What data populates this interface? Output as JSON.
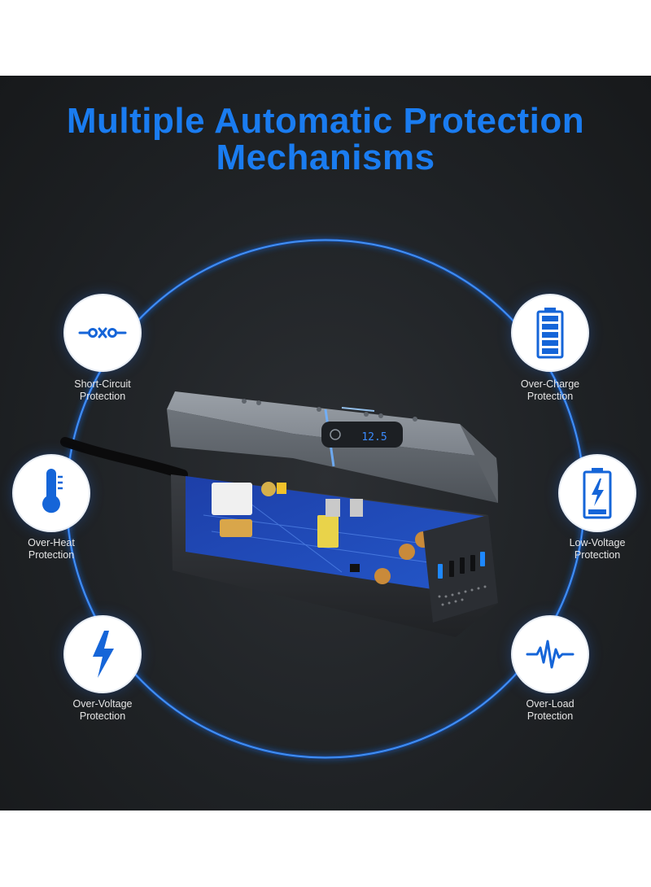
{
  "title": {
    "line1": "Multiple Automatic Protection",
    "line2": "Mechanisms"
  },
  "features": [
    {
      "name": "Short-Circuit",
      "sub": "Protection",
      "icon": "short-circuit-icon"
    },
    {
      "name": "Over-Heat",
      "sub": "Protection",
      "icon": "thermometer-icon"
    },
    {
      "name": "Over-Voltage",
      "sub": "Protection",
      "icon": "lightning-bolt-icon"
    },
    {
      "name": "Over-Charge",
      "sub": "Protection",
      "icon": "full-battery-icon"
    },
    {
      "name": "Low-Voltage",
      "sub": "Protection",
      "icon": "low-battery-charging-icon"
    },
    {
      "name": "Over-Load",
      "sub": "Protection",
      "icon": "waveform-icon"
    }
  ],
  "device": {
    "display_reading": "12.5"
  },
  "colors": {
    "accent": "#1a7cf0",
    "background": "#1f2225",
    "icon_blue": "#1565d8",
    "label_text": "#e6e6e6"
  }
}
